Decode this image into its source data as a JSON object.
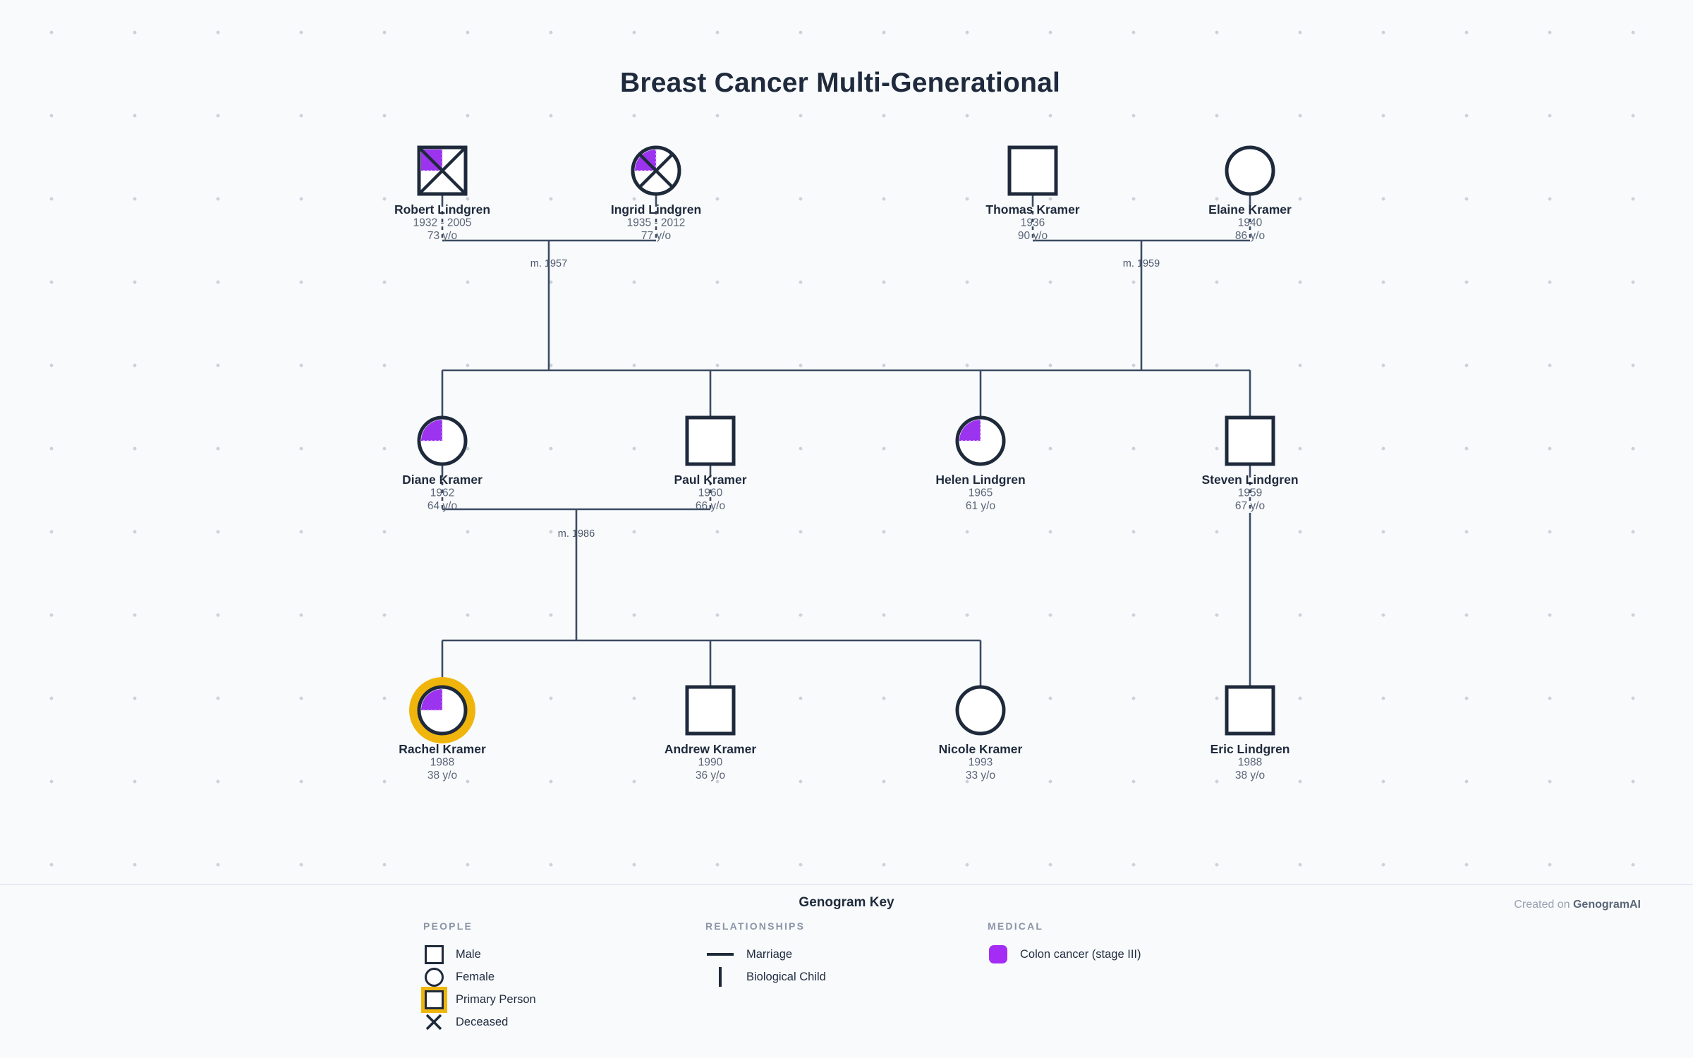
{
  "title": "Breast Cancer Multi-Generational",
  "colors": {
    "background": "#f8fafc",
    "node_stroke": "#1e2a3b",
    "connector": "#3d4b63",
    "text_primary": "#1f2a3c",
    "text_secondary": "#5b6577",
    "marriage_label": "#4a5568",
    "condition_purple": "#9c34ef",
    "condition_edge": "#e7cdfc",
    "medical_swatch": "#a42cf4",
    "primary_gold": "#f0b50c",
    "divider": "#e5e9f0"
  },
  "tree": {
    "people": [
      {
        "id": "robert",
        "name": "Robert Lindgren",
        "years": "1932 - 2005",
        "age": "73 y/o",
        "shape": "square",
        "deceased": true,
        "condition": true,
        "primary": false
      },
      {
        "id": "ingrid",
        "name": "Ingrid Lindgren",
        "years": "1935 - 2012",
        "age": "77 y/o",
        "shape": "circle",
        "deceased": true,
        "condition": true,
        "primary": false
      },
      {
        "id": "thomas",
        "name": "Thomas Kramer",
        "years": "1936",
        "age": "90 y/o",
        "shape": "square",
        "deceased": false,
        "condition": false,
        "primary": false
      },
      {
        "id": "elaine",
        "name": "Elaine Kramer",
        "years": "1940",
        "age": "86 y/o",
        "shape": "circle",
        "deceased": false,
        "condition": false,
        "primary": false
      },
      {
        "id": "diane",
        "name": "Diane Kramer",
        "years": "1962",
        "age": "64 y/o",
        "shape": "circle",
        "deceased": false,
        "condition": true,
        "primary": false
      },
      {
        "id": "paul",
        "name": "Paul Kramer",
        "years": "1960",
        "age": "66 y/o",
        "shape": "square",
        "deceased": false,
        "condition": false,
        "primary": false
      },
      {
        "id": "helen",
        "name": "Helen Lindgren",
        "years": "1965",
        "age": "61 y/o",
        "shape": "circle",
        "deceased": false,
        "condition": true,
        "primary": false
      },
      {
        "id": "steven",
        "name": "Steven Lindgren",
        "years": "1959",
        "age": "67 y/o",
        "shape": "square",
        "deceased": false,
        "condition": false,
        "primary": false
      },
      {
        "id": "rachel",
        "name": "Rachel Kramer",
        "years": "1988",
        "age": "38 y/o",
        "shape": "circle",
        "deceased": false,
        "condition": true,
        "primary": true
      },
      {
        "id": "andrew",
        "name": "Andrew Kramer",
        "years": "1990",
        "age": "36 y/o",
        "shape": "square",
        "deceased": false,
        "condition": false,
        "primary": false
      },
      {
        "id": "nicole",
        "name": "Nicole Kramer",
        "years": "1993",
        "age": "33 y/o",
        "shape": "circle",
        "deceased": false,
        "condition": false,
        "primary": false
      },
      {
        "id": "eric",
        "name": "Eric Lindgren",
        "years": "1988",
        "age": "38 y/o",
        "shape": "square",
        "deceased": false,
        "condition": false,
        "primary": false
      }
    ],
    "marriages": [
      {
        "label": "m. 1957"
      },
      {
        "label": "m. 1959"
      },
      {
        "label": "m. 1986"
      }
    ]
  },
  "key": {
    "title": "Genogram Key",
    "credit_prefix": "Created on",
    "credit_brand": "GenogramAI",
    "people": {
      "heading": "PEOPLE",
      "items": [
        "Male",
        "Female",
        "Primary Person",
        "Deceased"
      ]
    },
    "relationships": {
      "heading": "RELATIONSHIPS",
      "items": [
        "Marriage",
        "Biological Child"
      ]
    },
    "medical": {
      "heading": "MEDICAL",
      "items": [
        "Colon cancer (stage III)"
      ]
    }
  }
}
